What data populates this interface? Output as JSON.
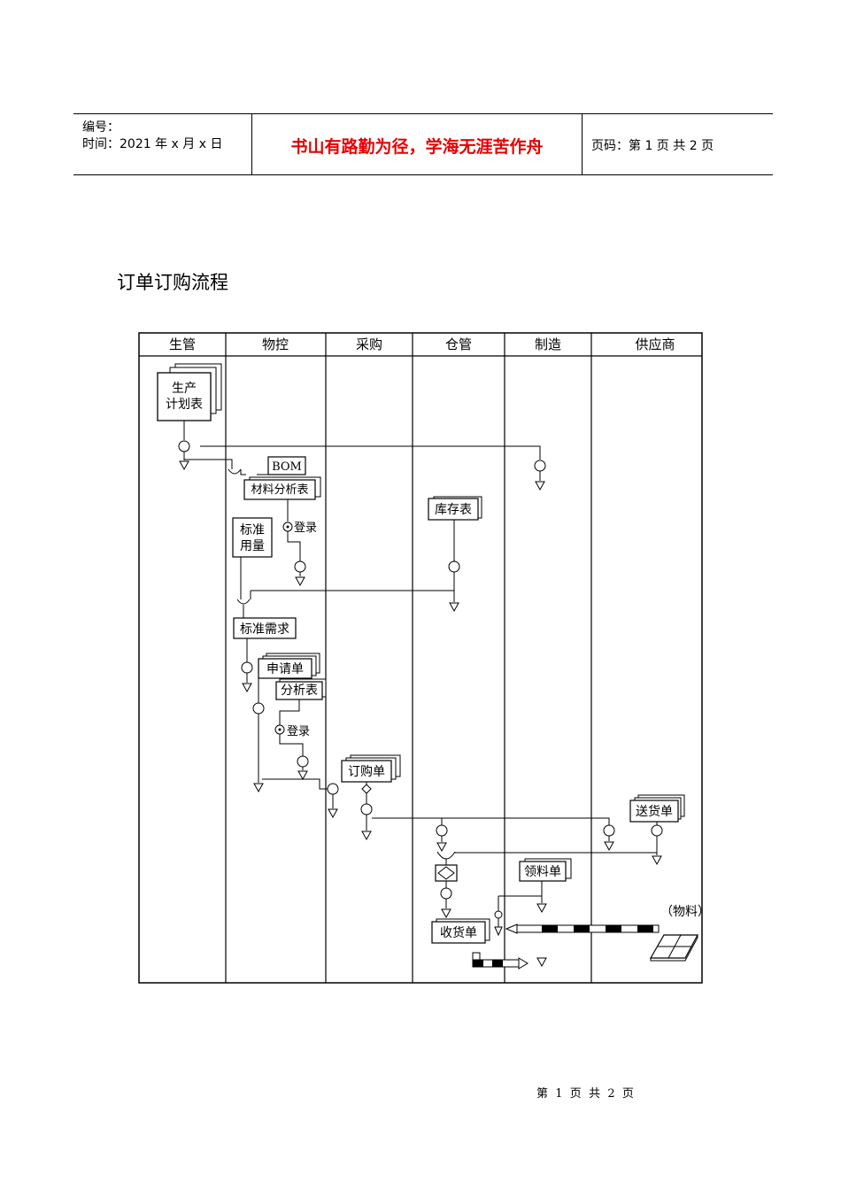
{
  "header": {
    "number_label": "编号：",
    "time_label": "时间：2021 年 x 月 x 日",
    "motto": "书山有路勤为径，学海无涯苦作舟",
    "page_info": "页码：第 1 页  共 2 页"
  },
  "document": {
    "title": "订单订购流程"
  },
  "flowchart": {
    "lanes": [
      "生管",
      "物控",
      "采购",
      "仓管",
      "制造",
      "供应商"
    ],
    "docs": {
      "production_plan_1": "生产",
      "production_plan_2": "计划表",
      "bom": "BOM",
      "material_analysis": "材料分析表",
      "register_1": "登录",
      "standard_usage_1": "标准",
      "standard_usage_2": "用量",
      "inventory": "库存表",
      "standard_demand": "标准需求",
      "requisition": "申请单",
      "analysis": "分析表",
      "register_2": "登录",
      "purchase_order": "订购单",
      "delivery_note": "送货单",
      "picking_list": "领料单",
      "receipt": "收货单",
      "materials": "（物料）"
    }
  },
  "footer": {
    "text": "第  1  页  共  2  页"
  }
}
